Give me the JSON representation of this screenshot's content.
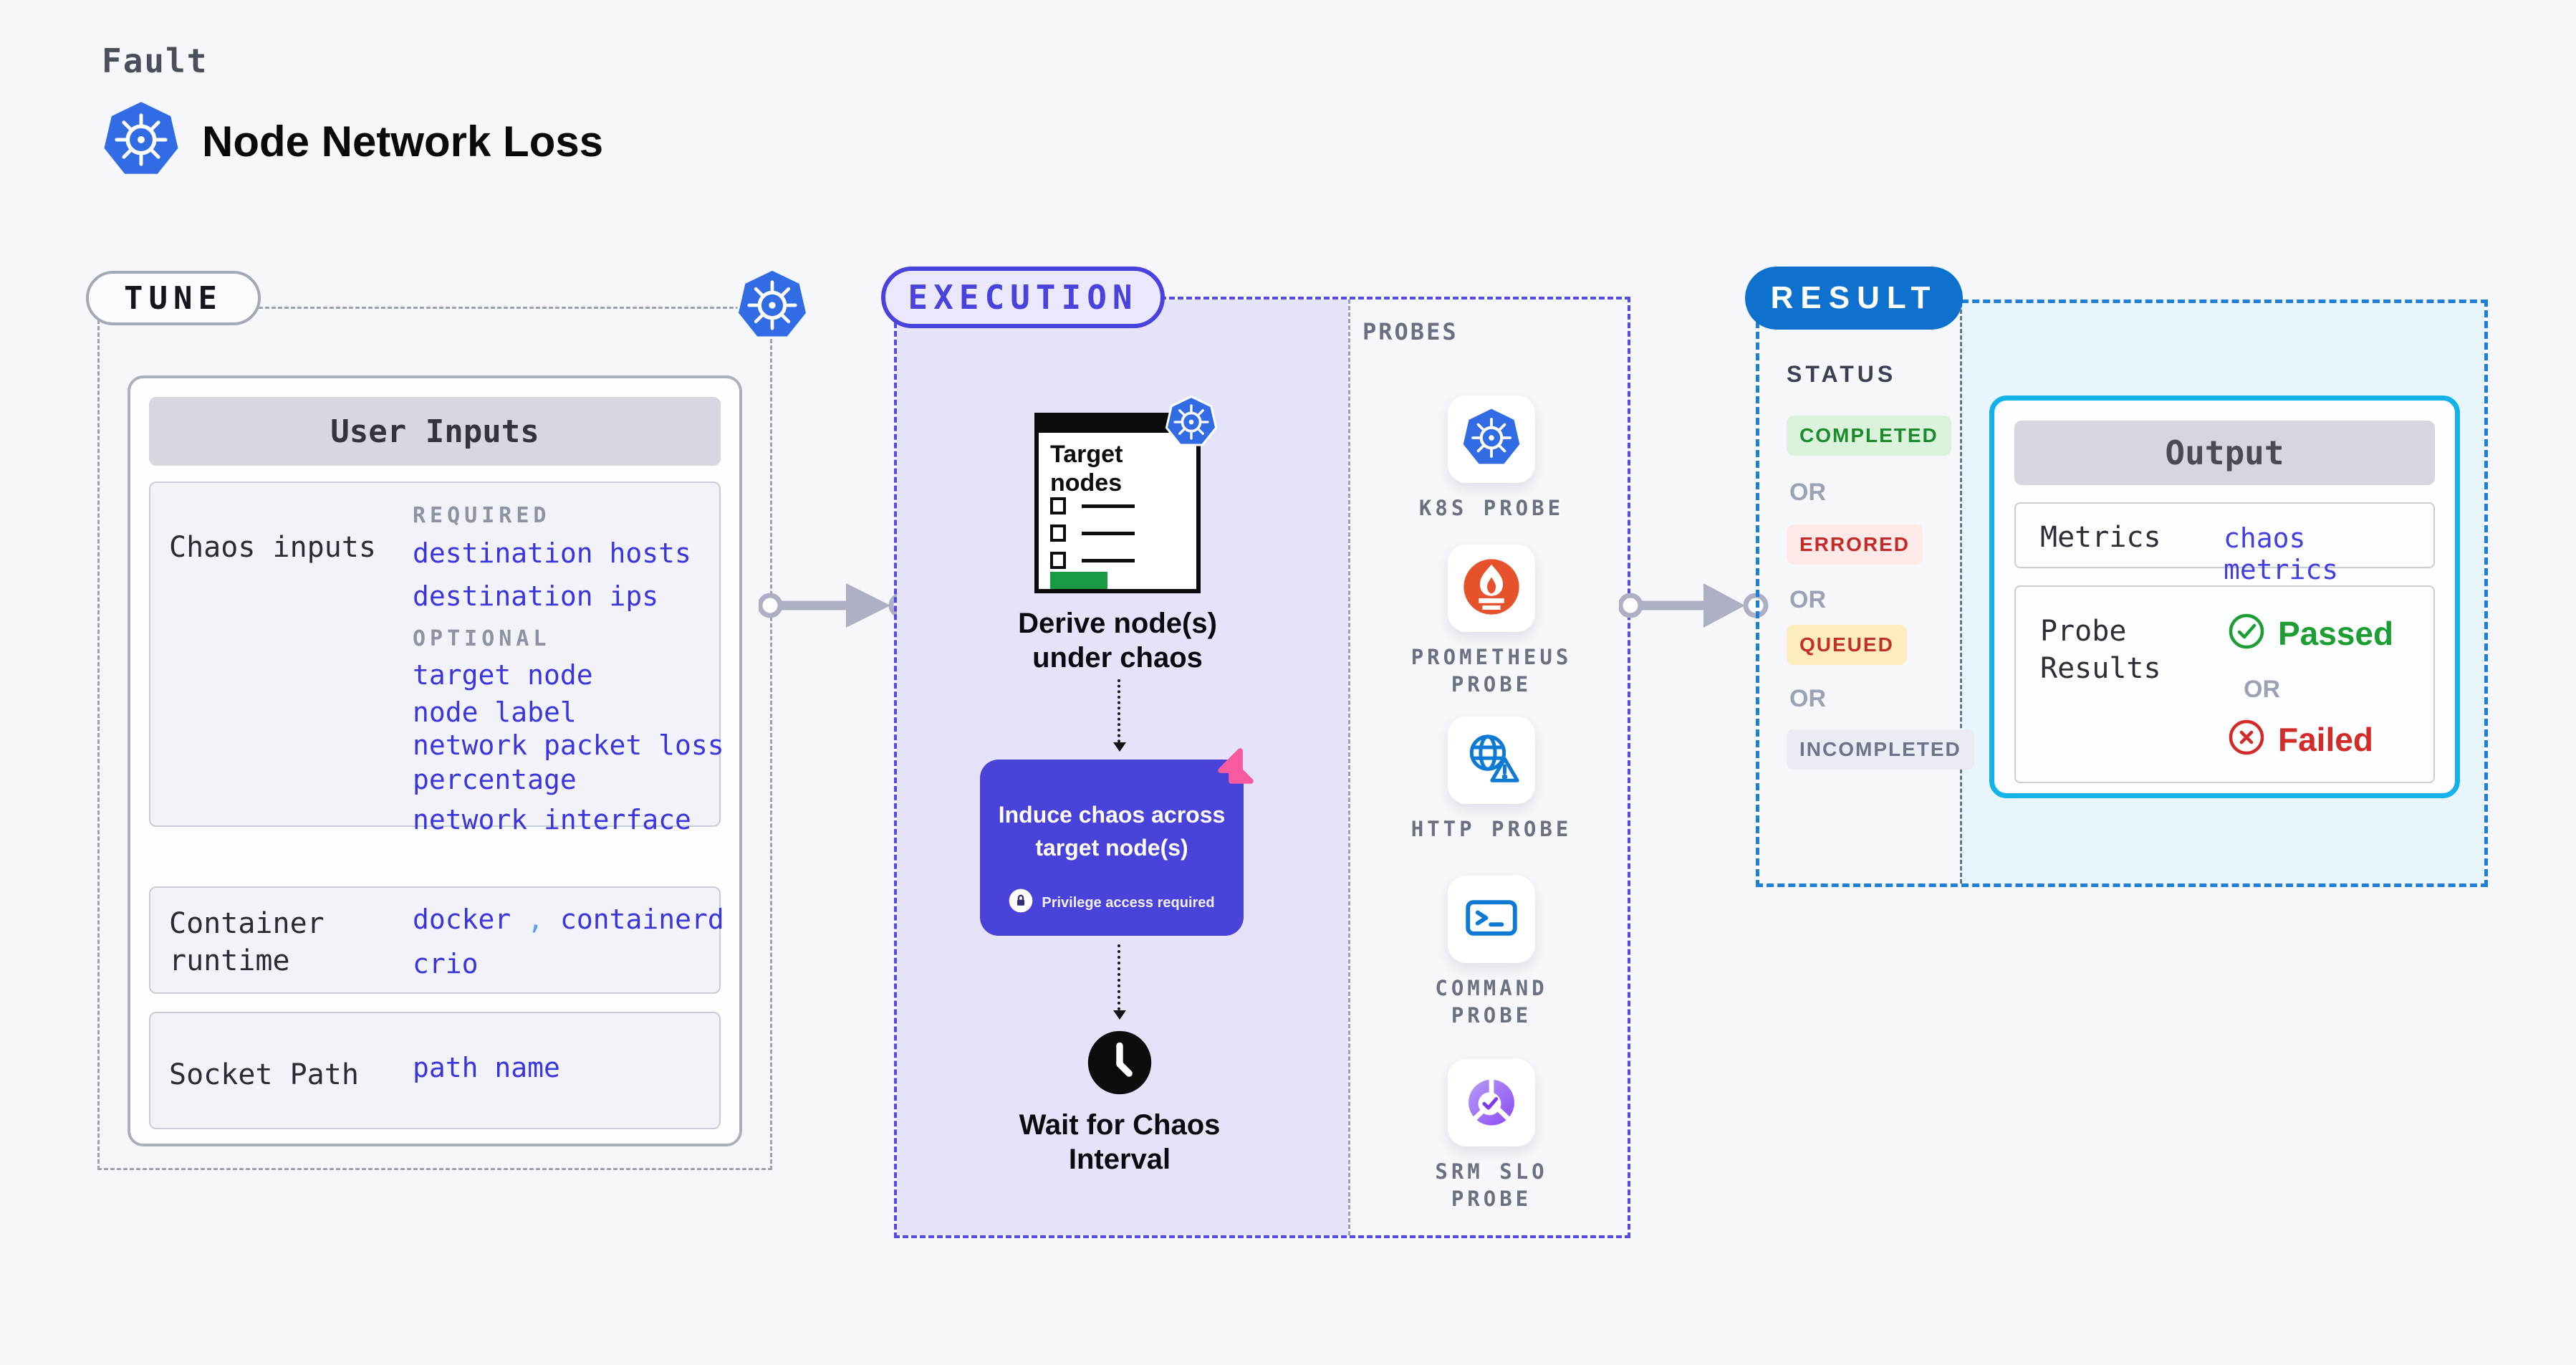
{
  "header": {
    "kicker": "Fault",
    "title": "Node Network Loss"
  },
  "tune": {
    "badge_label": "TUNE",
    "card_title": "User Inputs",
    "chaos_row": {
      "label": "Chaos inputs",
      "required_heading": "REQUIRED",
      "required_items": [
        "destination hosts",
        "destination ips"
      ],
      "optional_heading": "OPTIONAL",
      "optional_items": [
        "target node",
        "node label",
        "network packet loss percentage",
        "network interface"
      ]
    },
    "runtime_row": {
      "label": "Container runtime",
      "value_1": "docker",
      "separator": ",",
      "value_2": "containerd",
      "value_3": "crio"
    },
    "socket_row": {
      "label": "Socket Path",
      "value": "path name"
    }
  },
  "execution": {
    "badge_label": "EXECUTION",
    "clipboard_title": "Target nodes",
    "step_derive": "Derive node(s) under chaos",
    "step_induce": "Induce chaos across target node(s)",
    "induce_note": "Privilege access required",
    "step_wait": "Wait for Chaos Interval"
  },
  "probes": {
    "heading": "PROBES",
    "items": [
      {
        "label": "K8S PROBE",
        "icon": "kubernetes-icon"
      },
      {
        "label": "PROMETHEUS PROBE",
        "icon": "prometheus-icon"
      },
      {
        "label": "HTTP PROBE",
        "icon": "http-globe-warning-icon"
      },
      {
        "label": "COMMAND PROBE",
        "icon": "terminal-icon"
      },
      {
        "label": "SRM SLO PROBE",
        "icon": "slo-pie-check-icon"
      }
    ]
  },
  "result": {
    "badge_label": "RESULT",
    "status_heading": "STATUS",
    "or_label": "OR",
    "statuses": [
      {
        "label": "COMPLETED",
        "color": "#1d8a2e",
        "bg": "#dbf3dc"
      },
      {
        "label": "ERRORED",
        "color": "#c42b27",
        "bg": "#fceae9"
      },
      {
        "label": "QUEUED",
        "color": "#c23028",
        "bg": "#fdedbe"
      },
      {
        "label": "INCOMPLETED",
        "color": "#6e7488",
        "bg": "#eaecf3"
      }
    ],
    "output": {
      "title": "Output",
      "metrics_label": "Metrics",
      "metrics_value": "chaos metrics",
      "probe_results_label": "Probe Results",
      "passed_label": "Passed",
      "or_label": "OR",
      "failed_label": "Failed"
    }
  },
  "colors": {
    "page_bg": "#f5f7fa",
    "indigo_accent": "#4a42dd",
    "execution_fill": "#e4e3f9",
    "link_blue": "#3a35dc",
    "k8s_blue": "#326ce5",
    "result_blue": "#0d71cd",
    "result_dash_border": "#1d7fd8",
    "result_fill": "#e8f5fd",
    "output_border": "#14b2ea",
    "success_green": "#1d9e33",
    "error_red": "#d32c28",
    "arrow_gray": "#adafc3",
    "prometheus_orange": "#e6522c",
    "probe_icon_blue": "#0e7ad3",
    "srm_purple": "#8b4bf2",
    "litmus_pink": "#f85a9f",
    "clipboard_green": "#189a44"
  }
}
